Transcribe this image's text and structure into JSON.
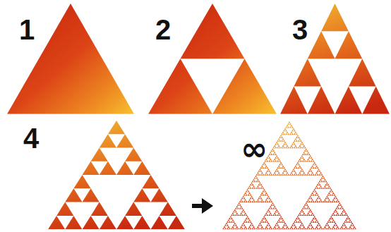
{
  "diagram": {
    "labels": [
      "1",
      "2",
      "3",
      "4",
      "∞"
    ]
  }
}
